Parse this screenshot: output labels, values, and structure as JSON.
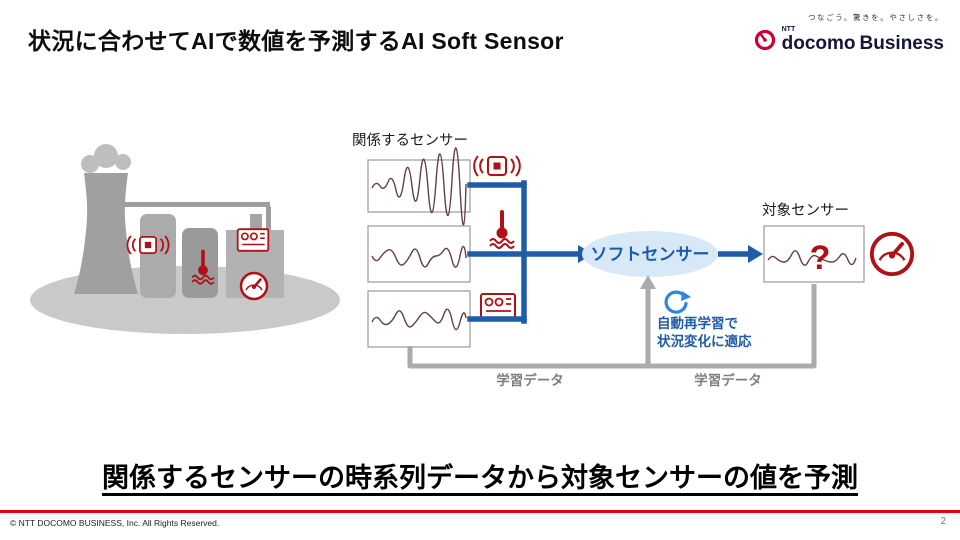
{
  "header": {
    "title": "状況に合わせてAIで数値を予測するAI Soft Sensor",
    "tagline": "つなごう。驚きを。やさしさを。",
    "logo_ntt": "NTT",
    "logo_docomo": "docomo",
    "logo_business": "Business"
  },
  "diagram": {
    "related_sensors_label": "関係するセンサー",
    "target_sensor_label": "対象センサー",
    "soft_sensor_label": "ソフトセンサー",
    "question_mark": "?",
    "relearn_line1": "自動再学習で",
    "relearn_line2": "状況変化に適応",
    "training_data_left": "学習データ",
    "training_data_right": "学習データ"
  },
  "headline": {
    "text": "関係するセンサーの時系列データから対象センサーの値を予測"
  },
  "footer": {
    "copyright": "© NTT DOCOMO BUSINESS, Inc. All Rights Reserved.",
    "page_number": "2"
  },
  "icons": {
    "logo_mark": "gauge-circle",
    "wireless_sensor": "rf-sensor-with-radio-waves",
    "thermometer_sensor": "thermometer-in-liquid",
    "control_panel": "control-panel",
    "gauge": "analog-meter",
    "refresh": "circular-arrow"
  },
  "colors": {
    "brand_red": "#CC0033",
    "icon_red": "#B01116",
    "diagram_blue": "#1F5CA8",
    "soft_sensor_fill": "#D7E8F7",
    "gray_line": "#ABABAB",
    "wave_color": "#63403F",
    "footer_red": "#E60012",
    "refresh_blue": "#2E86DE"
  }
}
